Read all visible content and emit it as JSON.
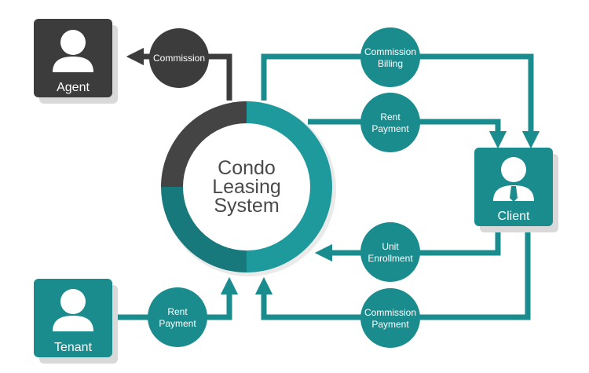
{
  "center": {
    "line1": "Condo",
    "line2": "Leasing",
    "line3": "System"
  },
  "actors": {
    "agent": "Agent",
    "tenant": "Tenant",
    "client": "Client"
  },
  "flows": {
    "commission": "Commission",
    "commission_billing": {
      "line1": "Commission",
      "line2": "Billing"
    },
    "rent_payment_client": {
      "line1": "Rent",
      "line2": "Payment"
    },
    "unit_enrollment": {
      "line1": "Unit",
      "line2": "Enrollment"
    },
    "commission_payment": {
      "line1": "Commission",
      "line2": "Payment"
    },
    "rent_payment_tenant": {
      "line1": "Rent",
      "line2": "Payment"
    }
  },
  "colors": {
    "teal": "#1b8c8e",
    "teal_light": "#1f9a9c",
    "dark": "#3c3c3c",
    "shadow": "#d6d6d6"
  }
}
